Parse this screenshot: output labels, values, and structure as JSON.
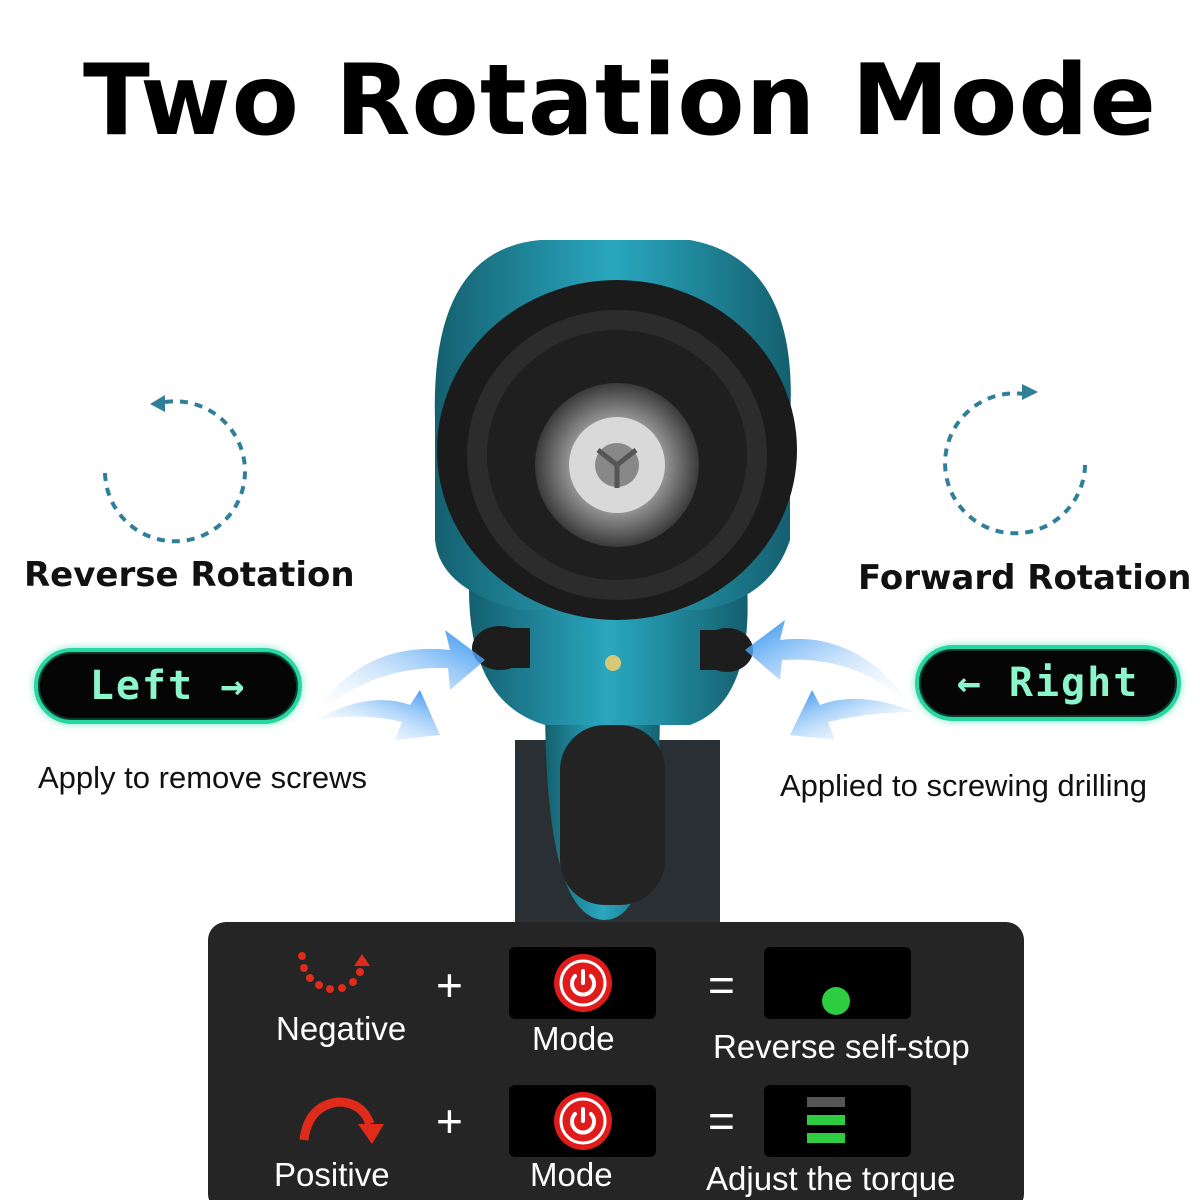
{
  "title": "Two Rotation Mode",
  "reverse": {
    "heading": "Reverse Rotation",
    "button": "Left →",
    "description": "Apply to remove screws"
  },
  "forward": {
    "heading": "Forward Rotation",
    "button": "← Right",
    "description": "Applied to screwing drilling"
  },
  "panel": {
    "rows": [
      {
        "symbol_label": "Negative",
        "plus": "+",
        "mode_label": "Mode",
        "equals": "=",
        "result_label": "Reverse self-stop",
        "result_icon": "green-dot-indicator"
      },
      {
        "symbol_label": "Positive",
        "plus": "+",
        "mode_label": "Mode",
        "equals": "=",
        "result_label": "Adjust the torque",
        "result_icon": "torque-level-bars"
      }
    ]
  },
  "colors": {
    "accent_teal": "#1e8fa6",
    "arrow_blue": "#2b8ff0",
    "pill_green": "#27d6a0",
    "power_red": "#e11b1b",
    "indicator_green": "#2ecc40"
  }
}
